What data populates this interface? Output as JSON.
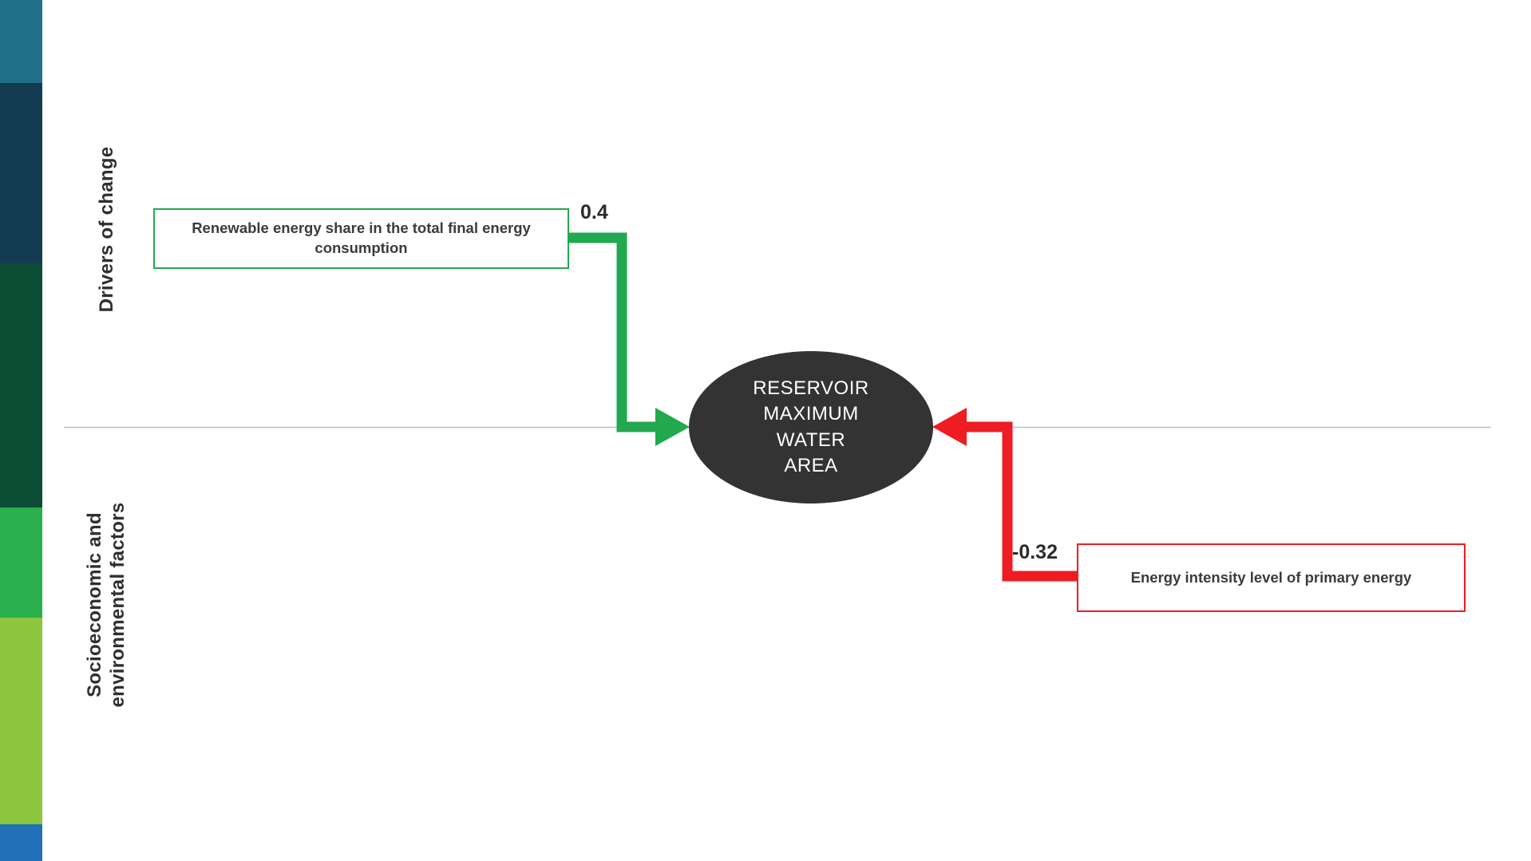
{
  "axis": {
    "top_label": "Drivers of change",
    "bottom_label": "Socioeconomic and\nenvironmental factors",
    "baseline_color": "#a9c7d8"
  },
  "center_node": {
    "label": "RESERVOIR\nMAXIMUM\nWATER\nAREA",
    "fill": "#333333",
    "text_color": "#ffffff"
  },
  "links": [
    {
      "factor": "Renewable energy share in the total final energy consumption",
      "weight": "0.4",
      "color": "#22a84f"
    },
    {
      "factor": "Energy intensity level of primary energy",
      "weight": "-0.32",
      "color": "#ee1c23"
    }
  ],
  "stripe": {
    "segments": [
      {
        "name": "teal",
        "color": "#20708a"
      },
      {
        "name": "navy",
        "color": "#133c52"
      },
      {
        "name": "dark-green",
        "color": "#0c4d36"
      },
      {
        "name": "green",
        "color": "#2aaf4d"
      },
      {
        "name": "light-green",
        "color": "#8cc63f"
      },
      {
        "name": "blue",
        "color": "#2170b8"
      }
    ]
  }
}
